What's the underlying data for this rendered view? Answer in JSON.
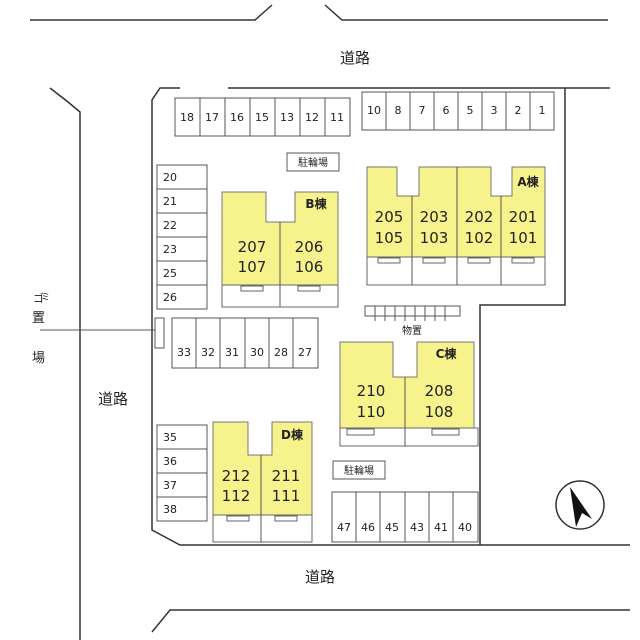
{
  "roads": {
    "north": "道路",
    "west": "道路",
    "south": "道路"
  },
  "facilities": {
    "garbage": [
      "ゴ",
      "ミ",
      "置",
      "場"
    ],
    "bicycle_parking": "駐輪場",
    "storage": "物置"
  },
  "parking": {
    "top_left": [
      "18",
      "17",
      "16",
      "15",
      "13",
      "12",
      "11"
    ],
    "top_right": [
      "10",
      "8",
      "7",
      "6",
      "5",
      "3",
      "2",
      "1"
    ],
    "left_column": [
      "20",
      "21",
      "22",
      "23",
      "25",
      "26"
    ],
    "middle_row": [
      "33",
      "32",
      "31",
      "30",
      "28",
      "27"
    ],
    "lower_left": [
      "35",
      "36",
      "37",
      "38"
    ],
    "bottom_row": [
      "47",
      "46",
      "45",
      "43",
      "41",
      "40"
    ]
  },
  "buildings": {
    "A": {
      "name": "A棟",
      "units": [
        [
          "205",
          "105"
        ],
        [
          "203",
          "103"
        ],
        [
          "202",
          "102"
        ],
        [
          "201",
          "101"
        ]
      ]
    },
    "B": {
      "name": "B棟",
      "units": [
        [
          "207",
          "107"
        ],
        [
          "206",
          "106"
        ]
      ]
    },
    "C": {
      "name": "C棟",
      "units": [
        [
          "210",
          "110"
        ],
        [
          "208",
          "108"
        ]
      ]
    },
    "D": {
      "name": "D棟",
      "units": [
        [
          "212",
          "112"
        ],
        [
          "211",
          "111"
        ]
      ]
    }
  },
  "compass": {
    "direction": "north",
    "icon": "north-arrow-icon"
  },
  "colors": {
    "building_fill": "#f6f28c",
    "line": "#333333"
  }
}
